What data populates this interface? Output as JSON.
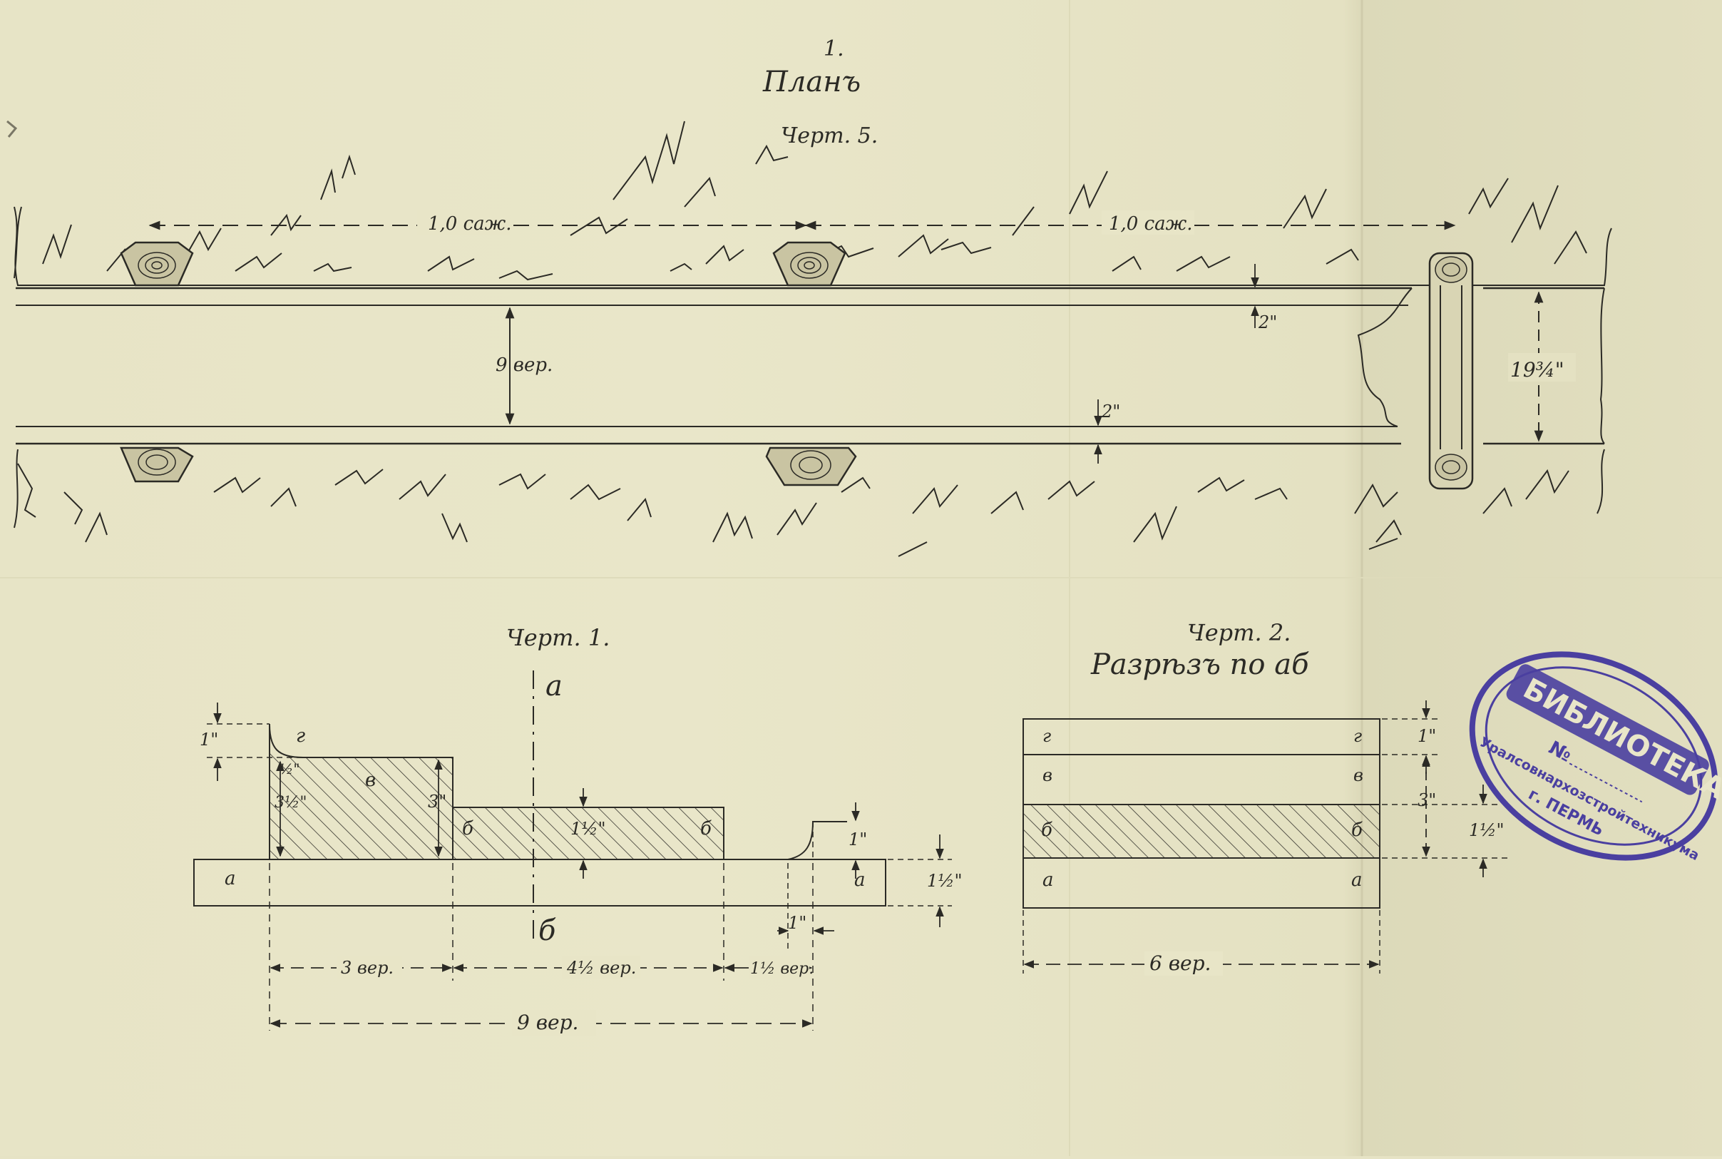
{
  "plan": {
    "number": "1.",
    "title": "Планъ",
    "drawing": "Черт. 5.",
    "dim_span_left": "1,0 саж.",
    "dim_span_right": "1,0 саж.",
    "dim_width": "9 вер.",
    "dim_top": "2\"",
    "dim_bottom": "2\"",
    "dim_end": "19¾\""
  },
  "drawing1": {
    "title": "Черт. 1.",
    "section_a": "а",
    "section_b": "б",
    "dim_top_left": "1\"",
    "dim_fillet": "½\"",
    "dim_v_height": "3½\"",
    "dim_step": "3\"",
    "dim_middle": "1½\"",
    "dim_right_rise": "1\"",
    "dim_base": "1½\"",
    "dim_gap": "1\"",
    "dim_3": "3 вер.",
    "dim_4_5": "4½ вер.",
    "dim_1_5": "1½ вер.",
    "dim_total": "9 вер.",
    "labels": {
      "a": "а",
      "b": "б",
      "v": "в",
      "g": "г"
    }
  },
  "drawing2": {
    "title": "Черт. 2.",
    "subtitle": "Разрѣзъ по аб",
    "dim_top": "1\"",
    "dim_3": "3\"",
    "dim_15": "1½\"",
    "dim_width": "6 вер.",
    "labels": {
      "a": "а",
      "b": "б",
      "v": "в",
      "g": "г"
    }
  },
  "stamp": {
    "title": "БИБЛИОТЕКА",
    "number_label": "№",
    "org": "Уралсовнархозстройтехникума",
    "city": "г. ПЕРМЬ"
  },
  "colors": {
    "paper": "#e7e4c6",
    "ink": "#2b2a25",
    "stamp": "#4a3fa0"
  }
}
